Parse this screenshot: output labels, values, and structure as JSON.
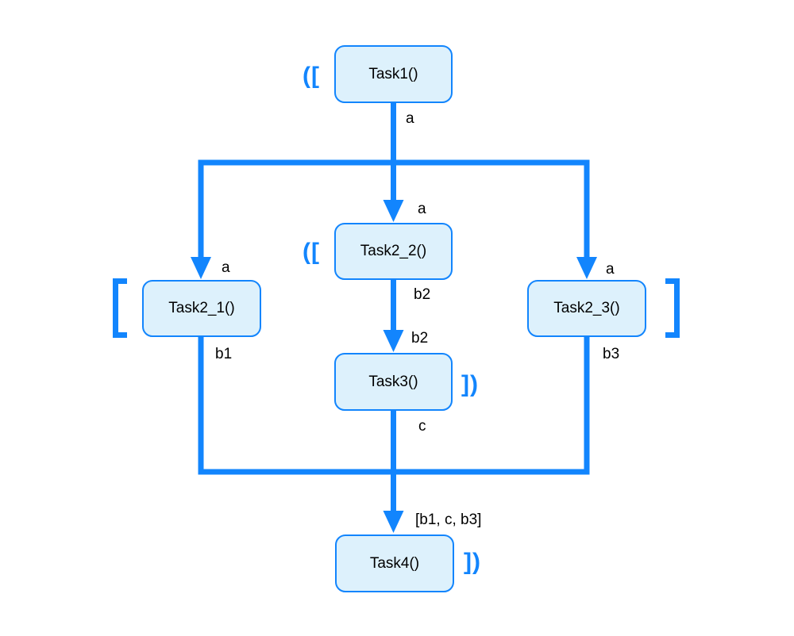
{
  "diagram": {
    "colors": {
      "line": "#1285fd",
      "node_fill": "#ddf1fc",
      "node_border": "#1285fd",
      "annotation": "#1285fd",
      "text": "#000000",
      "background": "#ffffff"
    },
    "nodes": [
      {
        "id": "task1",
        "label": "Task1()"
      },
      {
        "id": "task2_1",
        "label": "Task2_1()"
      },
      {
        "id": "task2_2",
        "label": "Task2_2()"
      },
      {
        "id": "task2_3",
        "label": "Task2_3()"
      },
      {
        "id": "task3",
        "label": "Task3()"
      },
      {
        "id": "task4",
        "label": "Task4()"
      }
    ],
    "edge_labels": [
      {
        "id": "task1-out",
        "text": "a"
      },
      {
        "id": "task2_2-in",
        "text": "a"
      },
      {
        "id": "task2_1-in",
        "text": "a"
      },
      {
        "id": "task2_3-in",
        "text": "a"
      },
      {
        "id": "task2_2-out",
        "text": "b2"
      },
      {
        "id": "task3-in",
        "text": "b2"
      },
      {
        "id": "task2_1-out",
        "text": "b1"
      },
      {
        "id": "task2_3-out",
        "text": "b3"
      },
      {
        "id": "task3-out",
        "text": "c"
      },
      {
        "id": "task4-in",
        "text": "[b1, c, b3]"
      }
    ],
    "annotations": [
      {
        "id": "task1-prefix",
        "text": "(["
      },
      {
        "id": "task2_2-prefix",
        "text": "(["
      },
      {
        "id": "task3-suffix",
        "text": "])"
      },
      {
        "id": "task4-suffix",
        "text": "])"
      },
      {
        "id": "task2_1-prefix",
        "text": "["
      },
      {
        "id": "task2_3-suffix",
        "text": "]"
      }
    ]
  }
}
